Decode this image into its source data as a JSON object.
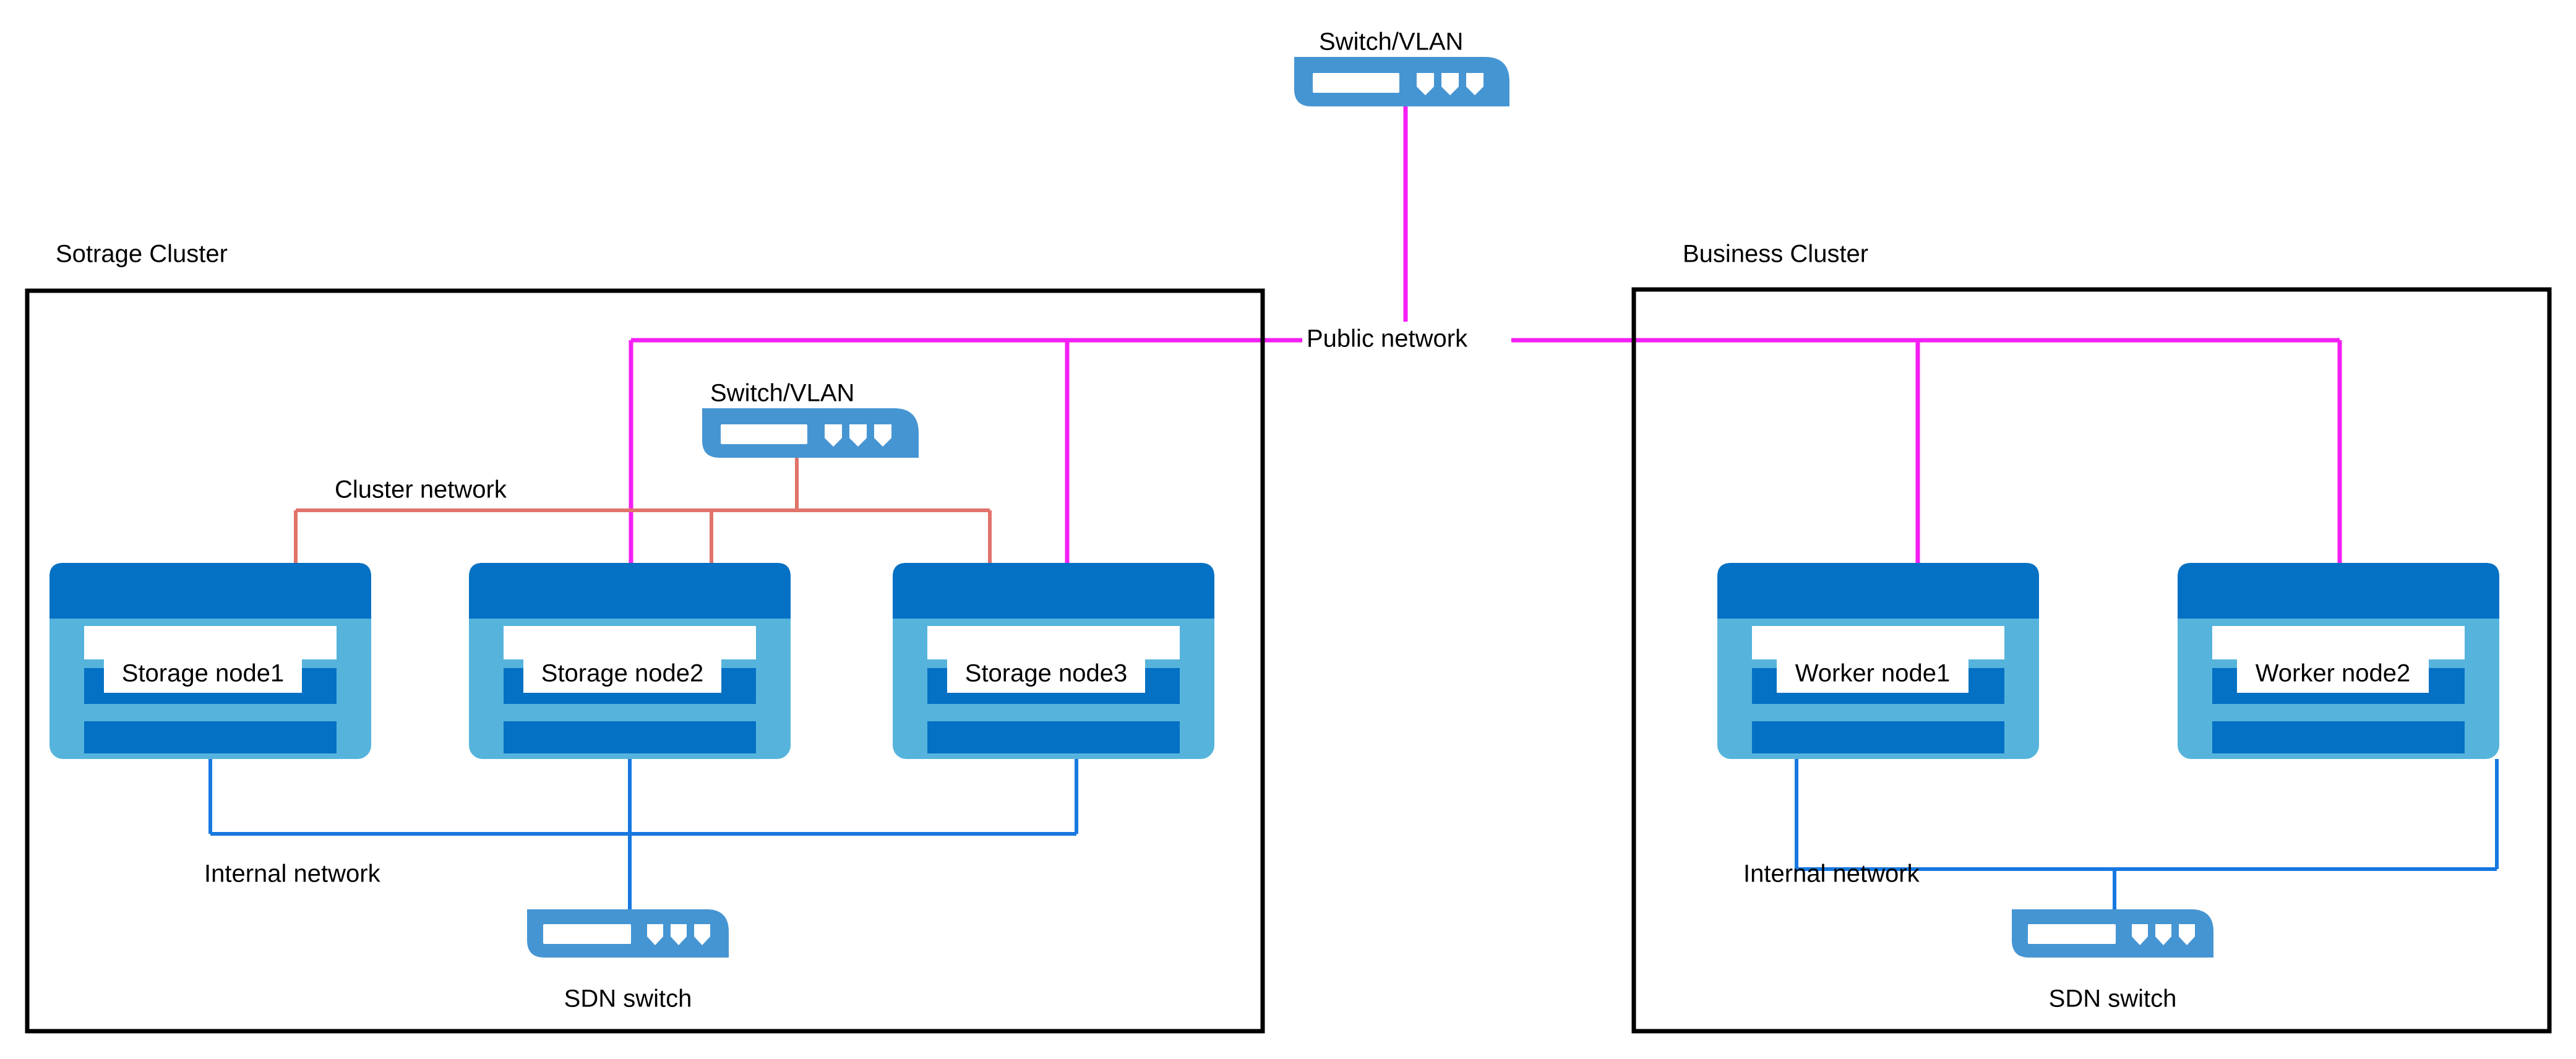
{
  "diagram": {
    "title_top_switch": "Switch/VLAN",
    "colors": {
      "public_network": "#F41FF4",
      "cluster_network": "#E0736B",
      "internal_network": "#1678E0",
      "switch_blue": "#4695D3",
      "server_body": "#56B4DC",
      "server_header": "#0571C4",
      "frame": "#000000",
      "background": "#FFFFFF"
    },
    "network_labels": {
      "public": "Public network",
      "cluster": "Cluster network",
      "internal_left": "Internal network",
      "internal_right": "Internal network"
    },
    "top_switch": {
      "label": "Switch/VLAN",
      "icon": "switch-icon"
    },
    "clusters": [
      {
        "id": "storage-cluster",
        "title": "Sotrage Cluster",
        "switch": {
          "label": "Switch/VLAN",
          "icon": "switch-icon"
        },
        "nodes": [
          {
            "id": "storage-node-1",
            "label": "Storage node1",
            "icon": "server-icon"
          },
          {
            "id": "storage-node-2",
            "label": "Storage node2",
            "icon": "server-icon"
          },
          {
            "id": "storage-node-3",
            "label": "Storage node3",
            "icon": "server-icon"
          }
        ],
        "sdn_switch": {
          "label": "SDN switch",
          "icon": "switch-icon"
        }
      },
      {
        "id": "business-cluster",
        "title": "Business Cluster",
        "nodes": [
          {
            "id": "worker-node-1",
            "label": "Worker node1",
            "icon": "server-icon"
          },
          {
            "id": "worker-node-2",
            "label": "Worker node2",
            "icon": "server-icon"
          }
        ],
        "sdn_switch": {
          "label": "SDN switch",
          "icon": "switch-icon"
        }
      }
    ]
  }
}
